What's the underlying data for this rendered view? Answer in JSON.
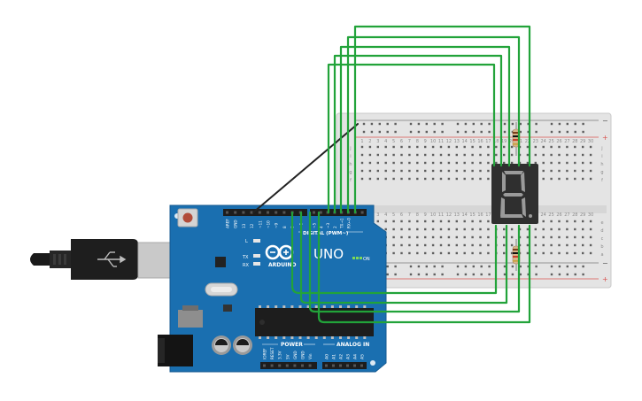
{
  "arduino": {
    "brand": "ARDUINO",
    "model": "UNO",
    "digital_label": "DIGITAL (PWM~)",
    "power_label": "POWER",
    "analog_label": "ANALOG IN",
    "on_label": "ON",
    "led_labels": [
      "L",
      "TX",
      "RX"
    ],
    "top_pins": [
      "AREF",
      "GND",
      "13",
      "12",
      "~11",
      "~10",
      "~9",
      "8",
      "7",
      "~6",
      "~5",
      "4",
      "~3",
      "2",
      "TX→1",
      "RX←0"
    ],
    "power_pins": [
      "IOREF",
      "RESET",
      "3.3V",
      "5V",
      "GND",
      "GND",
      "Vin"
    ],
    "analog_pins": [
      "A0",
      "A1",
      "A2",
      "A3",
      "A4",
      "A5"
    ]
  },
  "breadboard": {
    "row_letters_top": [
      "j",
      "i",
      "h",
      "g",
      "f"
    ],
    "row_letters_bottom": [
      "e",
      "d",
      "c",
      "b",
      "a"
    ],
    "column_numbers": [
      "1",
      "2",
      "3",
      "4",
      "5",
      "6",
      "7",
      "8",
      "9",
      "10",
      "11",
      "12",
      "13",
      "14",
      "15",
      "16",
      "17",
      "18",
      "19",
      "20",
      "21",
      "22",
      "23",
      "24",
      "25",
      "26",
      "27",
      "28",
      "29",
      "30"
    ],
    "rail_minus": "−",
    "rail_plus": "+"
  },
  "seven_segment": {
    "digit": "8"
  },
  "colors": {
    "board": "#1a6fb0",
    "wire_green": "#22a33a",
    "wire_black": "#222222",
    "breadboard": "#e6e6e6",
    "rail_red": "#d9534f",
    "display": "#2f2f2f",
    "segment": "#9a9a9a"
  }
}
